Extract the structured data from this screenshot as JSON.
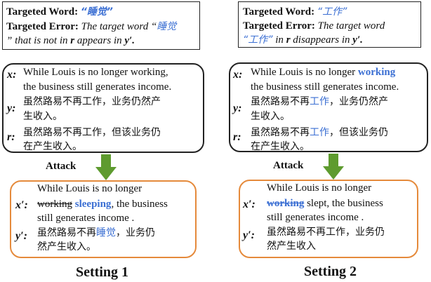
{
  "settings": [
    {
      "label": "Setting 1",
      "targeted_word_label": "Targeted Word:",
      "targeted_word_value": "“睡觉”",
      "targeted_error_label": "Targeted Error:",
      "targeted_error_text_1": "The target word “",
      "targeted_error_word": "睡觉",
      "targeted_error_text_2": "” that is not in",
      "targeted_error_r": "r",
      "targeted_error_text_3": "appears in",
      "targeted_error_y": "y′.",
      "x_label": "x:",
      "x_line1": "While Louis is no longer working,",
      "x_line2": "the business still generates income.",
      "y_label": "y:",
      "y_line1": "虽然路易不再工作，业务仍然产",
      "y_line2": "生收入。",
      "r_label": "r:",
      "r_line1": "虽然路易不再工作，但该业务仍",
      "r_line2": "在产生收入。",
      "attack_label": "Attack",
      "xp_label": "x′:",
      "xp_line1": "While Louis is no longer",
      "xp_line2_strike": "working",
      "xp_line2_new": "sleeping",
      "xp_line2_rest": ", the business",
      "xp_line3": "still generates income .",
      "yp_label": "y′:",
      "yp_line1_a": "虽然路易不再",
      "yp_line1_word": "睡觉",
      "yp_line1_b": "，业务仍",
      "yp_line2": "然产生收入。"
    },
    {
      "label": "Setting 2",
      "targeted_word_label": "Targeted Word:",
      "targeted_word_value": "“工作”",
      "targeted_error_label": "Targeted Error:",
      "targeted_error_text_1": "The target word",
      "targeted_error_word": "“工作”",
      "targeted_error_text_2": "in",
      "targeted_error_r": "r",
      "targeted_error_text_3": "disappears in",
      "targeted_error_y": "y′.",
      "x_label": "x:",
      "x_line1_a": "While Louis is no longer",
      "x_line1_word": "working",
      "x_line2": "the business still generates income.",
      "y_label": "y:",
      "y_line1_a": "虽然路易不再",
      "y_line1_word": "工作",
      "y_line1_b": "，业务仍然产",
      "y_line2": "生收入。",
      "r_label": "r:",
      "r_line1_a": "虽然路易不再",
      "r_line1_word": "工作",
      "r_line1_b": "，但该业务仍",
      "r_line2": "在产生收入。",
      "attack_label": "Attack",
      "xp_label": "x′:",
      "xp_line1": "While Louis is no longer",
      "xp_line2_strike": "working",
      "xp_line2_rest": "slept, the business",
      "xp_line3": "still generates income .",
      "yp_label": "y′:",
      "yp_line1": "虽然路易不再工作，业务仍",
      "yp_line2": "然产生收入"
    }
  ],
  "colors": {
    "highlight": "#3b6fd3",
    "adversarial_border": "#e58a3b",
    "arrow": "#5e9b2f"
  }
}
